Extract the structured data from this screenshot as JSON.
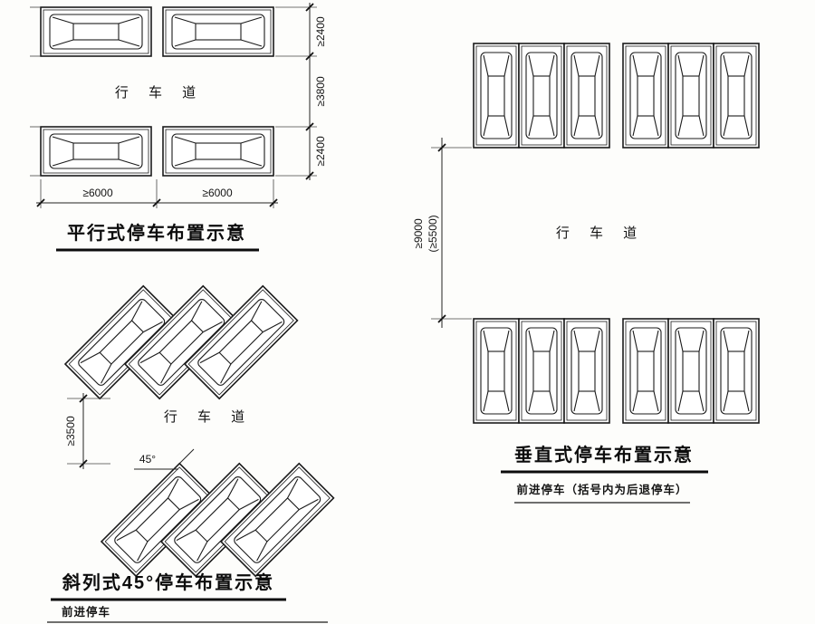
{
  "page": {
    "ink": "#1b1b1b",
    "background": "#fdfdfb"
  },
  "diagrams": {
    "parallel": {
      "title": "平行式停车布置示意",
      "lane_label": "行 车 道",
      "dim_stall_depth_top": "≥2400",
      "dim_lane_width": "≥3800",
      "dim_stall_depth_bottom": "≥2400",
      "dim_stall_length_left": "≥6000",
      "dim_stall_length_right": "≥6000"
    },
    "diagonal": {
      "title": "斜列式45°停车布置示意",
      "lane_label": "行 车 道",
      "angle_label": "45°",
      "dim_lane_width": "≥3500",
      "note": "前进停车"
    },
    "perpendicular": {
      "title": "垂直式停车布置示意",
      "lane_label": "行 车 道",
      "dim_lane_width": "≥9000",
      "dim_lane_width_reverse": "(≥5500)",
      "note": "前进停车（括号内为后退停车）"
    }
  }
}
